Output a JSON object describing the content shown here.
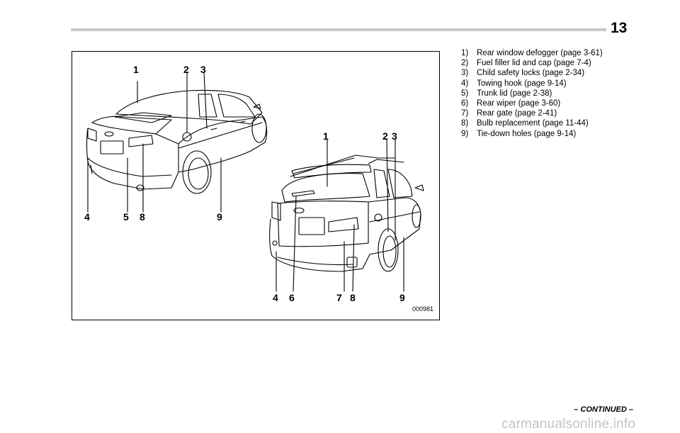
{
  "page": {
    "number": "13",
    "continued": "– CONTINUED –"
  },
  "figure": {
    "code": "000981",
    "sedan_callouts": [
      "1",
      "2",
      "3",
      "4",
      "5",
      "8",
      "9"
    ],
    "wagon_callouts": [
      "1",
      "2",
      "3",
      "4",
      "6",
      "7",
      "8",
      "9"
    ]
  },
  "legend": [
    {
      "num": "1)",
      "text": "Rear window defogger (page 3-61)"
    },
    {
      "num": "2)",
      "text": "Fuel filler lid and cap (page 7-4)"
    },
    {
      "num": "3)",
      "text": "Child safety locks (page 2-34)"
    },
    {
      "num": "4)",
      "text": "Towing hook (page 9-14)"
    },
    {
      "num": "5)",
      "text": "Trunk lid (page 2-38)"
    },
    {
      "num": "6)",
      "text": "Rear wiper (page 3-60)"
    },
    {
      "num": "7)",
      "text": "Rear gate (page 2-41)"
    },
    {
      "num": "8)",
      "text": "Bulb replacement (page 11-44)"
    },
    {
      "num": "9)",
      "text": "Tie-down holes (page 9-14)"
    }
  ],
  "watermark": "carmanualsonline.info"
}
